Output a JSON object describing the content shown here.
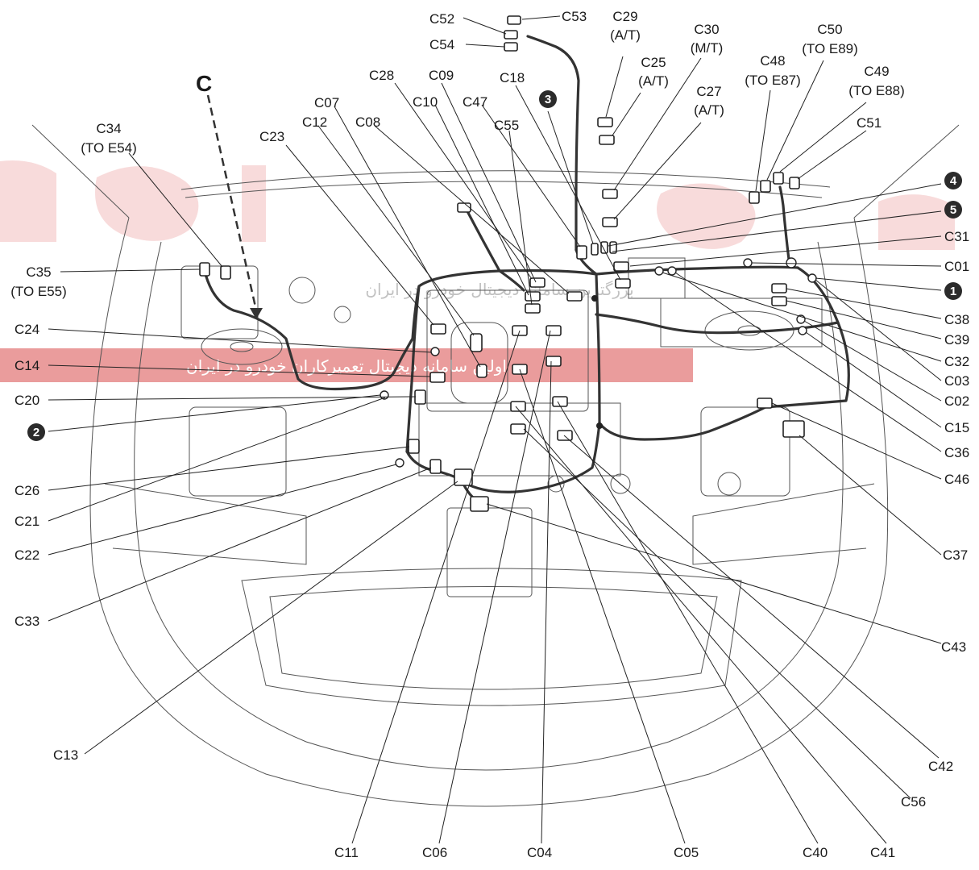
{
  "diagram": {
    "callout_letter": "C",
    "watermark": {
      "line1": "بزرگترین سامانه دیجیتال خودرو در ایران",
      "line2": "اولین سامانه دیجیتال تعمیرکاران خودرو در ایران"
    },
    "labels": [
      {
        "id": "c52",
        "text": "C52"
      },
      {
        "id": "c53",
        "text": "C53"
      },
      {
        "id": "c54",
        "text": "C54"
      },
      {
        "id": "c29",
        "text": "C29",
        "sub": "(A/T)"
      },
      {
        "id": "c30",
        "text": "C30",
        "sub": "(M/T)"
      },
      {
        "id": "c25",
        "text": "C25",
        "sub": "(A/T)"
      },
      {
        "id": "c27",
        "text": "C27",
        "sub": "(A/T)"
      },
      {
        "id": "c50",
        "text": "C50",
        "sub": "(TO E89)"
      },
      {
        "id": "c48",
        "text": "C48",
        "sub": "(TO E87)"
      },
      {
        "id": "c49",
        "text": "C49",
        "sub": "(TO E88)"
      },
      {
        "id": "c51",
        "text": "C51"
      },
      {
        "id": "c28",
        "text": "C28"
      },
      {
        "id": "c09",
        "text": "C09"
      },
      {
        "id": "c18",
        "text": "C18"
      },
      {
        "id": "c10",
        "text": "C10"
      },
      {
        "id": "c47",
        "text": "C47"
      },
      {
        "id": "c07",
        "text": "C07"
      },
      {
        "id": "c12",
        "text": "C12"
      },
      {
        "id": "c08",
        "text": "C08"
      },
      {
        "id": "c55",
        "text": "C55"
      },
      {
        "id": "c34",
        "text": "C34",
        "sub": "(TO E54)"
      },
      {
        "id": "c23",
        "text": "C23"
      },
      {
        "id": "c35",
        "text": "C35",
        "sub": "(TO E55)"
      },
      {
        "id": "c31",
        "text": "C31"
      },
      {
        "id": "c01",
        "text": "C01"
      },
      {
        "id": "c38",
        "text": "C38"
      },
      {
        "id": "c39",
        "text": "C39"
      },
      {
        "id": "c32",
        "text": "C32"
      },
      {
        "id": "c03",
        "text": "C03"
      },
      {
        "id": "c02",
        "text": "C02"
      },
      {
        "id": "c15",
        "text": "C15"
      },
      {
        "id": "c36",
        "text": "C36"
      },
      {
        "id": "c46",
        "text": "C46"
      },
      {
        "id": "c37",
        "text": "C37"
      },
      {
        "id": "c24",
        "text": "C24"
      },
      {
        "id": "c14",
        "text": "C14"
      },
      {
        "id": "c20",
        "text": "C20"
      },
      {
        "id": "c26",
        "text": "C26"
      },
      {
        "id": "c21",
        "text": "C21"
      },
      {
        "id": "c22",
        "text": "C22"
      },
      {
        "id": "c33",
        "text": "C33"
      },
      {
        "id": "c13",
        "text": "C13"
      },
      {
        "id": "c43",
        "text": "C43"
      },
      {
        "id": "c42",
        "text": "C42"
      },
      {
        "id": "c56",
        "text": "C56"
      },
      {
        "id": "c11",
        "text": "C11"
      },
      {
        "id": "c06",
        "text": "C06"
      },
      {
        "id": "c04",
        "text": "C04"
      },
      {
        "id": "c05",
        "text": "C05"
      },
      {
        "id": "c40",
        "text": "C40"
      },
      {
        "id": "c41",
        "text": "C41"
      }
    ],
    "numbered_markers": [
      {
        "id": "m1",
        "text": "1"
      },
      {
        "id": "m2",
        "text": "2"
      },
      {
        "id": "m3",
        "text": "3"
      },
      {
        "id": "m4",
        "text": "4"
      },
      {
        "id": "m5",
        "text": "5"
      }
    ]
  }
}
